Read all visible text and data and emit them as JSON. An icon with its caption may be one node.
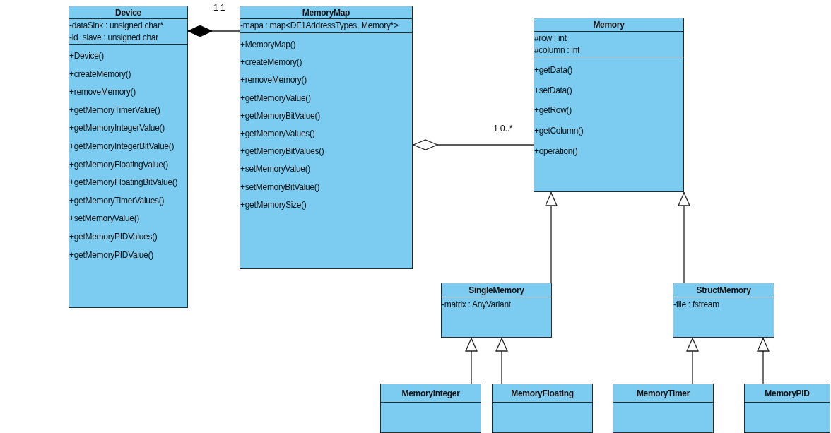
{
  "diagram": {
    "nodes": [
      {
        "text": [
          "Device"
        ]
      },
      {
        "text": [
          "-dataSink : unsigned char*",
          "-id_slave : unsigned char"
        ],
        "in": 0
      },
      {
        "text": [
          "+Device()",
          "+createMemory()",
          "+removeMemory()",
          "+getMemoryTimerValue()",
          "+getMemoryIntegerValue()",
          "+getMemoryIntegerBitValue()",
          "+getMemoryFloatingValue()",
          "+getMemoryFloatingBitValue()",
          "+getMemoryTimerValues()",
          "+setMemoryValue()",
          "+getMemoryPIDValues()",
          "+getMemoryPIDValue()"
        ],
        "in": 0
      },
      {
        "text": [
          "MemoryMap"
        ]
      },
      {
        "text": [
          "-mapa : map<DF1AddressTypes, Memory*>"
        ],
        "in": 3
      },
      {
        "text": [
          "+MemoryMap()",
          "+createMemory()",
          "+removeMemory()",
          "+getMemoryValue()",
          "+getMemoryBitValue()",
          "+getMemoryValues()",
          "+getMemoryBitValues()",
          "+setMemoryValue()",
          "+setMemoryBitValue()",
          "+getMemorySize()"
        ],
        "in": 3
      },
      {
        "text": [
          "Memory"
        ]
      },
      {
        "text": [
          "#row : int",
          "#column : int"
        ],
        "in": 6
      },
      {
        "text": [
          "+getData()",
          "+setData()",
          "+getRow()",
          "+getColumn()",
          "+operation()"
        ],
        "in": 6
      },
      {
        "text": [
          "SingleMemory"
        ]
      },
      {
        "text": [
          "-matrix : AnyVariant"
        ],
        "in": 9
      },
      {
        "text": [
          "StructMemory"
        ]
      },
      {
        "text": [
          "-file : fstream"
        ],
        "in": 11
      },
      {
        "text": [
          "MemoryInteger"
        ]
      },
      {
        "text": [],
        "shape": "box",
        "in": 13
      },
      {
        "text": [
          "MemoryFloating"
        ]
      },
      {
        "text": [],
        "shape": "box",
        "in": 15
      },
      {
        "text": [
          "MemoryTimer"
        ]
      },
      {
        "text": [],
        "shape": "box",
        "in": 17
      },
      {
        "text": [
          "MemoryPID"
        ]
      },
      {
        "text": [],
        "shape": "box",
        "in": 19
      }
    ],
    "edges": [
      {
        "from": 0,
        "to": 3,
        "arrow": "other",
        "label": "1 1"
      },
      {
        "from": 3,
        "to": 6,
        "arrow": "other",
        "label": "1 0..*"
      },
      {
        "from": 9,
        "to": 6,
        "arrow": "to"
      },
      {
        "from": 11,
        "to": 6,
        "arrow": "to"
      },
      {
        "from": 13,
        "to": 9,
        "arrow": "to"
      },
      {
        "from": 15,
        "to": 9,
        "arrow": "to"
      },
      {
        "from": 17,
        "to": 11,
        "arrow": "to"
      },
      {
        "from": 19,
        "to": 11,
        "arrow": "to"
      }
    ]
  }
}
